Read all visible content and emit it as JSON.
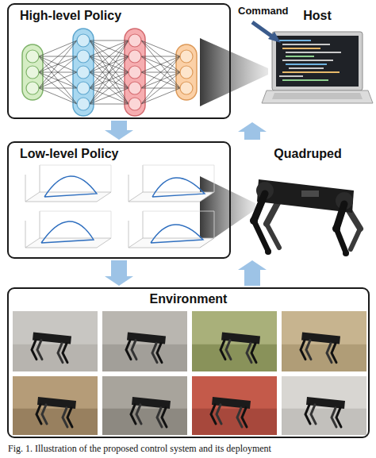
{
  "diagram": {
    "caption": "Fig. 1. Illustration of the proposed control system and its deployment",
    "nodes": [
      {
        "text": [
          "High-level Policy"
        ]
      },
      {
        "text": [
          "Host"
        ]
      },
      {
        "text": [
          "Low-level Policy"
        ]
      },
      {
        "text": [
          "Quadruped"
        ]
      },
      {
        "text": [
          "Environment"
        ]
      }
    ],
    "edges": [
      {
        "from": 0,
        "to": 2,
        "arrow": "to"
      },
      {
        "from": 3,
        "to": 1,
        "arrow": "to"
      },
      {
        "from": 2,
        "to": 4,
        "arrow": "to"
      },
      {
        "from": 4,
        "to": 3,
        "arrow": "to"
      }
    ],
    "labels": [
      "Command"
    ]
  }
}
